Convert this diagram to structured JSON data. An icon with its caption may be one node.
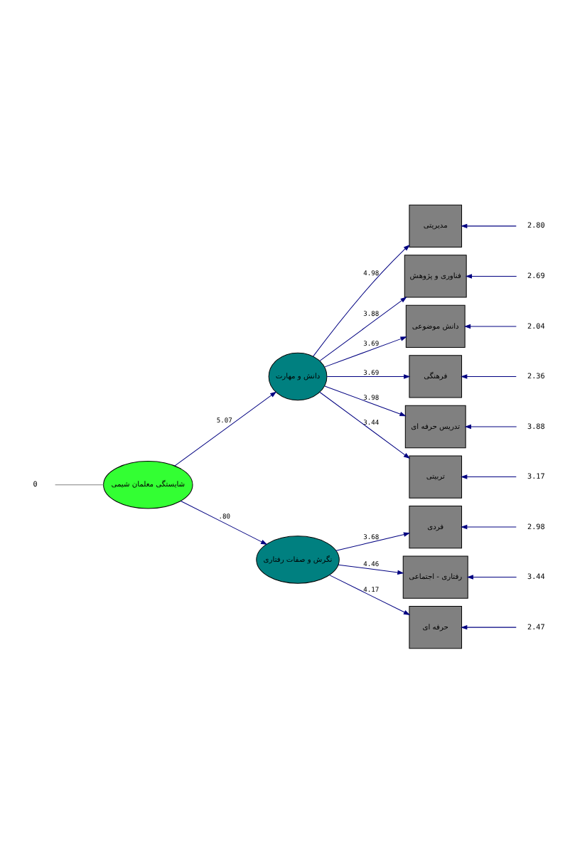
{
  "diagram": {
    "nodes": [
      {
        "text": [
          "0"
        ]
      },
      {
        "text": [
          "شایستگی معلمان شیمی"
        ]
      },
      {
        "text": [
          "دانش و مهارت"
        ]
      },
      {
        "text": [
          "نگرش و صفات رفتاری"
        ]
      },
      {
        "text": [
          "مدیریتی"
        ]
      },
      {
        "text": [
          "فناوری و پژوهش"
        ]
      },
      {
        "text": [
          "دانش موضوعی"
        ]
      },
      {
        "text": [
          "فرهنگی"
        ]
      },
      {
        "text": [
          "تدریس حرفه ای"
        ]
      },
      {
        "text": [
          "تربیتی"
        ]
      },
      {
        "text": [
          "فردی"
        ]
      },
      {
        "text": [
          "رفتاری - اجتماعی"
        ]
      },
      {
        "text": [
          "حرفه ای"
        ]
      },
      {
        "text": [
          "2.80"
        ]
      },
      {
        "text": [
          "2.69"
        ]
      },
      {
        "text": [
          "2.04"
        ]
      },
      {
        "text": [
          "2.36"
        ]
      },
      {
        "text": [
          "3.88"
        ]
      },
      {
        "text": [
          "3.17"
        ]
      },
      {
        "text": [
          "2.98"
        ]
      },
      {
        "text": [
          "3.44"
        ]
      },
      {
        "text": [
          "2.47"
        ]
      }
    ],
    "edges": [
      {
        "from": 0,
        "to": 1,
        "arrow": "none",
        "color": "#808080"
      },
      {
        "from": 1,
        "to": 2,
        "arrow": "to",
        "label": "5.07"
      },
      {
        "from": 1,
        "to": 3,
        "arrow": "to",
        "label": ".80"
      },
      {
        "from": 2,
        "to": 4,
        "arrow": "to",
        "label": "4.98"
      },
      {
        "from": 2,
        "to": 5,
        "arrow": "to",
        "label": "3.88"
      },
      {
        "from": 2,
        "to": 6,
        "arrow": "to",
        "label": "3.69"
      },
      {
        "from": 2,
        "to": 7,
        "arrow": "to",
        "label": "3.69"
      },
      {
        "from": 2,
        "to": 8,
        "arrow": "to",
        "label": "3.98"
      },
      {
        "from": 2,
        "to": 9,
        "arrow": "to",
        "label": "3.44"
      },
      {
        "from": 3,
        "to": 10,
        "arrow": "to",
        "label": "3.68"
      },
      {
        "from": 3,
        "to": 11,
        "arrow": "to",
        "label": "4.46"
      },
      {
        "from": 3,
        "to": 12,
        "arrow": "to",
        "label": "4.17"
      },
      {
        "from": 13,
        "to": 4,
        "arrow": "to"
      },
      {
        "from": 14,
        "to": 5,
        "arrow": "to"
      },
      {
        "from": 15,
        "to": 6,
        "arrow": "to"
      },
      {
        "from": 16,
        "to": 7,
        "arrow": "to"
      },
      {
        "from": 17,
        "to": 8,
        "arrow": "to"
      },
      {
        "from": 18,
        "to": 9,
        "arrow": "to"
      },
      {
        "from": 19,
        "to": 10,
        "arrow": "to"
      },
      {
        "from": 20,
        "to": 11,
        "arrow": "to"
      },
      {
        "from": 21,
        "to": 12,
        "arrow": "to"
      }
    ]
  }
}
